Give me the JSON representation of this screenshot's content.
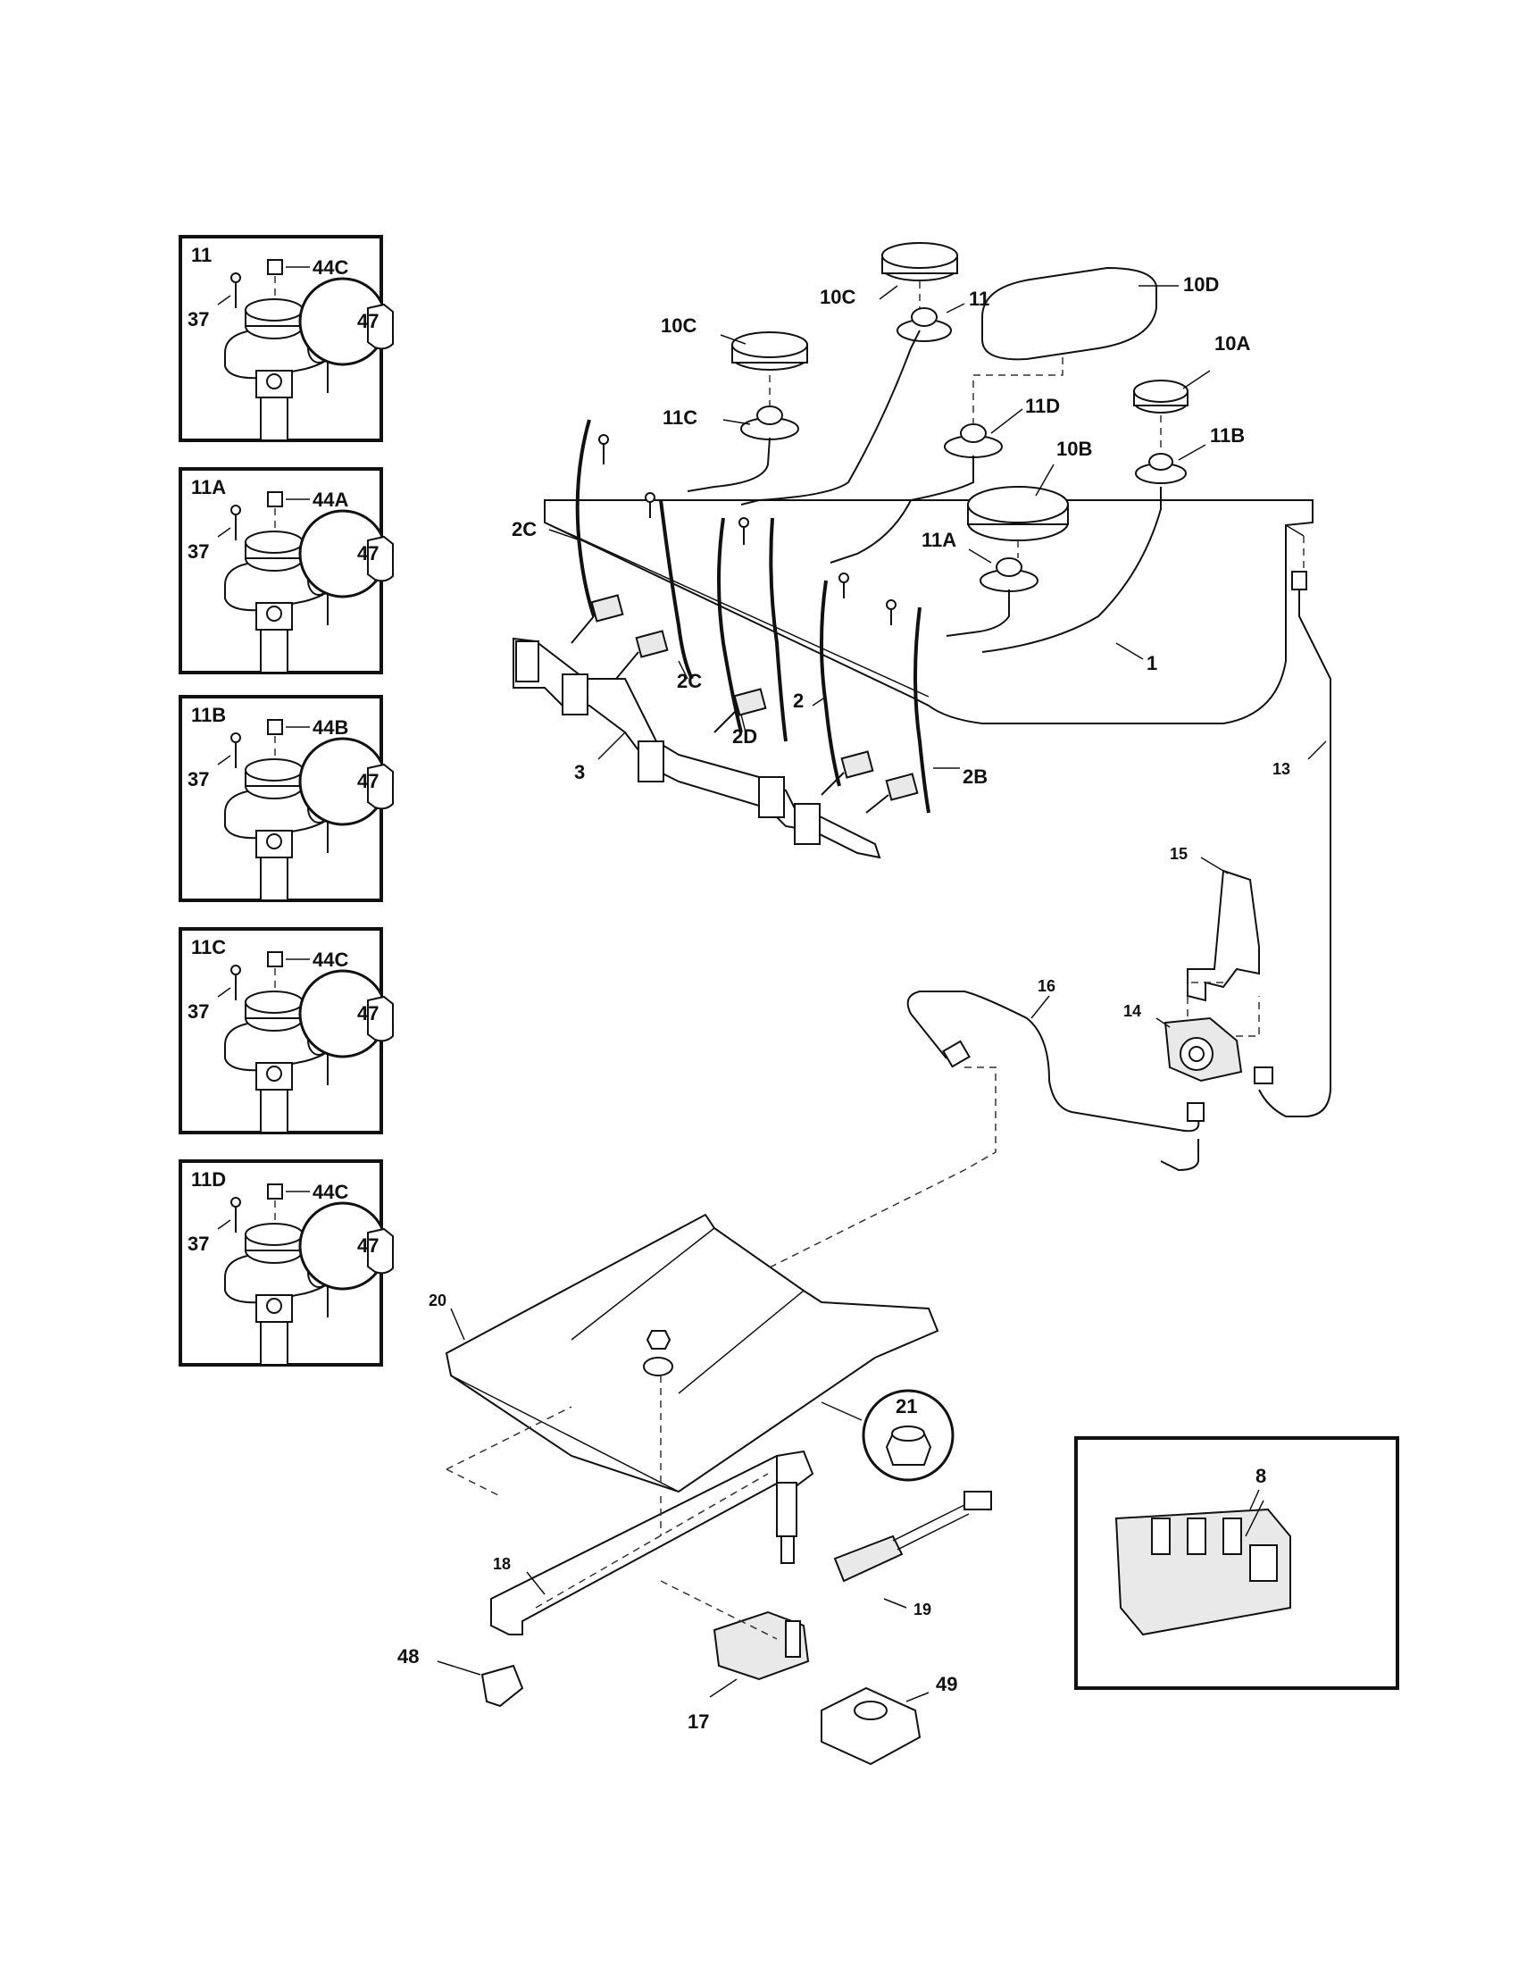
{
  "insets": [
    {
      "title": "11",
      "screw": "37",
      "cap": "44C",
      "orifice": "47"
    },
    {
      "title": "11A",
      "screw": "37",
      "cap": "44A",
      "orifice": "47"
    },
    {
      "title": "11B",
      "screw": "37",
      "cap": "44B",
      "orifice": "47"
    },
    {
      "title": "11C",
      "screw": "37",
      "cap": "44C",
      "orifice": "47"
    },
    {
      "title": "11D",
      "screw": "37",
      "cap": "44C",
      "orifice": "47"
    }
  ],
  "callouts": {
    "cap_10c_top": "10C",
    "head_11_top": "11",
    "cap_10d": "10D",
    "cap_10c_left": "10C",
    "cap_10a": "10A",
    "head_11c": "11C",
    "head_11d": "11D",
    "cap_10b": "10B",
    "head_11b": "11B",
    "wire_2c_left": "2C",
    "head_11a": "11A",
    "manifold_1": "1",
    "wire_2c_mid": "2C",
    "wire_2": "2",
    "wire_2d": "2D",
    "bracket_3": "3",
    "wire_2b": "2B",
    "tube_13": "13",
    "bracket_15": "15",
    "tube_16": "16",
    "regulator_14": "14",
    "shield_20": "20",
    "nut_21": "21",
    "module_8": "8",
    "burner_18": "18",
    "igniter_19": "19",
    "clip_48": "48",
    "valve_17": "17",
    "cover_49": "49"
  }
}
